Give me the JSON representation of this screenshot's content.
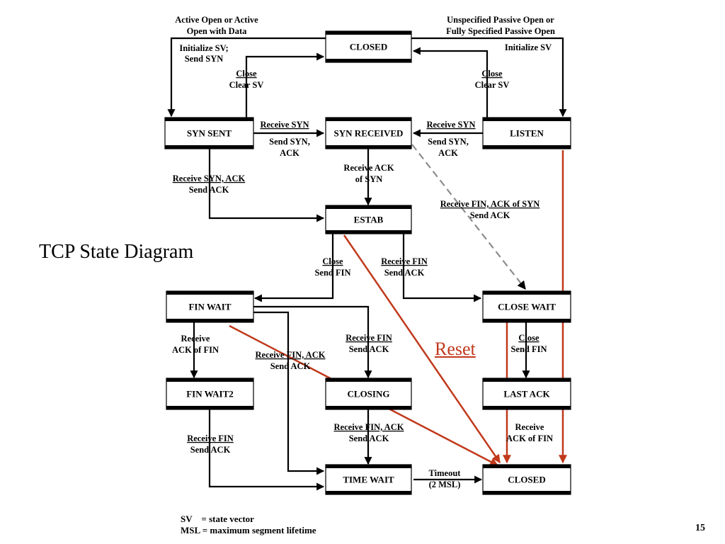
{
  "slide_title": "TCP State Diagram",
  "reset_label": "Reset",
  "page_number": "15",
  "colors": {
    "reset_arrow": "#c0391b",
    "dashed_arrow": "#8c8c8c",
    "box_band": "#000000"
  },
  "states": {
    "closed_top": "CLOSED",
    "syn_sent": "SYN SENT",
    "syn_received": "SYN RECEIVED",
    "listen": "LISTEN",
    "estab": "ESTAB",
    "fin_wait": "FIN WAIT",
    "close_wait": "CLOSE WAIT",
    "fin_wait2": "FIN WAIT2",
    "closing": "CLOSING",
    "last_ack": "LAST ACK",
    "time_wait": "TIME WAIT",
    "closed_bottom": "CLOSED"
  },
  "transitions": {
    "active_open": [
      "Active Open or Active",
      "Open with Data"
    ],
    "init_sv_send_syn": [
      "Initialize SV;",
      "Send SYN"
    ],
    "passive_open": [
      "Unspecified Passive Open or",
      "Fully Specified Passive Open"
    ],
    "init_sv": "Initialize SV",
    "close_left": {
      "event": "Close",
      "action": "Clear SV"
    },
    "close_right": {
      "event": "Close",
      "action": "Clear SV"
    },
    "recv_syn_left": {
      "event": "Receive SYN",
      "action": [
        "Send SYN,",
        "ACK"
      ]
    },
    "recv_syn_right": {
      "event": "Receive SYN",
      "action": [
        "Send SYN,",
        "ACK"
      ]
    },
    "recv_syn_ack": {
      "event": "Receive SYN, ACK",
      "action": "Send ACK"
    },
    "recv_ack_of_syn": [
      "Receive ACK",
      "of SYN"
    ],
    "recv_fin_ack_of_syn": {
      "event": "Receive FIN, ACK of SYN",
      "action": "Send ACK"
    },
    "close_send_fin": {
      "event": "Close",
      "action": "Send FIN"
    },
    "recv_fin_estab": {
      "event": "Receive FIN",
      "action": "Send ACK"
    },
    "recv_ack_of_fin": [
      "Receive",
      "ACK of FIN"
    ],
    "recv_fin_ack": {
      "event": "Receive FIN, ACK",
      "action": "Send ACK"
    },
    "recv_fin_finwait": {
      "event": "Receive FIN",
      "action": "Send ACK"
    },
    "close_closewait": {
      "event": "Close",
      "action": "Send FIN"
    },
    "recv_fin_finwait2": {
      "event": "Receive FIN",
      "action": "Send ACK"
    },
    "recv_fin_ack_closing": {
      "event": "Receive FIN, ACK",
      "action": "Send ACK"
    },
    "lastack_recv": [
      "Receive",
      "ACK of FIN"
    ],
    "timeout": [
      "Timeout",
      "(2 MSL)"
    ]
  },
  "legend": [
    {
      "abbr": "SV",
      "sep": "    = ",
      "meaning": "state vector"
    },
    {
      "abbr": "MSL",
      "sep": " = ",
      "meaning": "maximum segment lifetime"
    }
  ]
}
